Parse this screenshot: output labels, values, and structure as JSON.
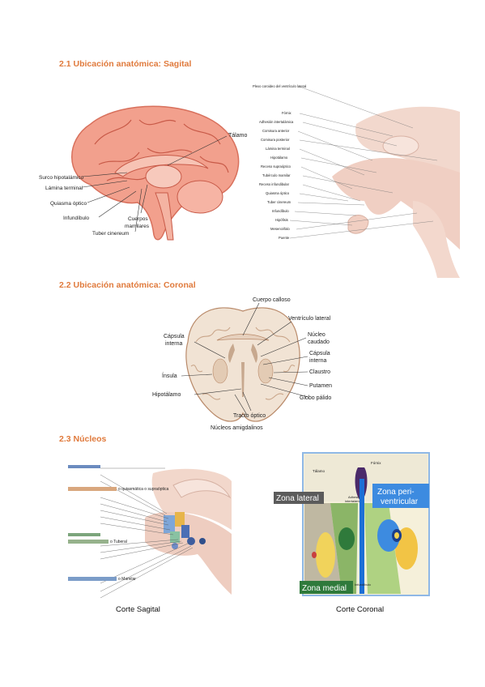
{
  "sections": {
    "s1": {
      "title": "2.1 Ubicación anatómica: Sagital"
    },
    "s2": {
      "title": "2.2 Ubicación anatómica: Coronal"
    },
    "s3": {
      "title": "2.3 Núcleos"
    }
  },
  "fig1": {
    "labels": {
      "talamo": "Tálamo",
      "surco": "Surco hipotalámico",
      "lamina": "Lámina terminal",
      "quiasma": "Quiasma óptico",
      "infundibulo": "Infundíbulo",
      "cuerpos": "Cuerpos",
      "mamilares": "mamilares",
      "tuber": "Tuber cinereum"
    }
  },
  "fig2": {
    "labels": [
      "Plexo coroideo del ventrículo lateral",
      "Fórnix",
      "Adhesión intertalámica",
      "Comisura anterior",
      "Comisura posterior",
      "Lámina terminal",
      "Hipotálamo",
      "Receso supraóptico",
      "Tubérculo mamilar",
      "Receso infundibular",
      "Quiasma óptico",
      "Tuber cinereum",
      "Infundíbulo",
      "Hipófisis",
      "Mesencéfalo",
      "Puente"
    ]
  },
  "fig3": {
    "labels": {
      "cuerpo_calloso": "Cuerpo calloso",
      "ventriculo": "Ventrículo lateral",
      "nucleo": "Núcleo",
      "caudado": "caudado",
      "capsula_l1": "Cápsula",
      "capsula_l2": "interna",
      "capsula_r1": "Cápsula",
      "capsula_r2": "interna",
      "claustro": "Claustro",
      "insula": "Ínsula",
      "putamen": "Putamen",
      "hipotalamo": "Hipotálamo",
      "globo": "Globo pálido",
      "tracto": "Tracto óptico",
      "amigdalinos": "Núcleos amigdalinos"
    }
  },
  "fig4": {
    "labels": {
      "quiasmatica": "o quiasmática o supraóptica",
      "tuberal": "o Tuberal",
      "mamilar": "o Mamilar"
    }
  },
  "fig5": {
    "labels": {
      "fornix": "Fórnix",
      "talamo": "Tálamo",
      "adhesion_1": "Adhesión",
      "adhesion_2": "intertalámica",
      "zona_lateral": "Zona lateral",
      "zona_peri_1": "Zona peri-",
      "zona_peri_2": "ventricular",
      "zona_medial": "Zona medial",
      "infundibulo": "Infundíbulo"
    }
  },
  "captions": {
    "sagital": "Corte Sagital",
    "coronal": "Corte Coronal"
  }
}
